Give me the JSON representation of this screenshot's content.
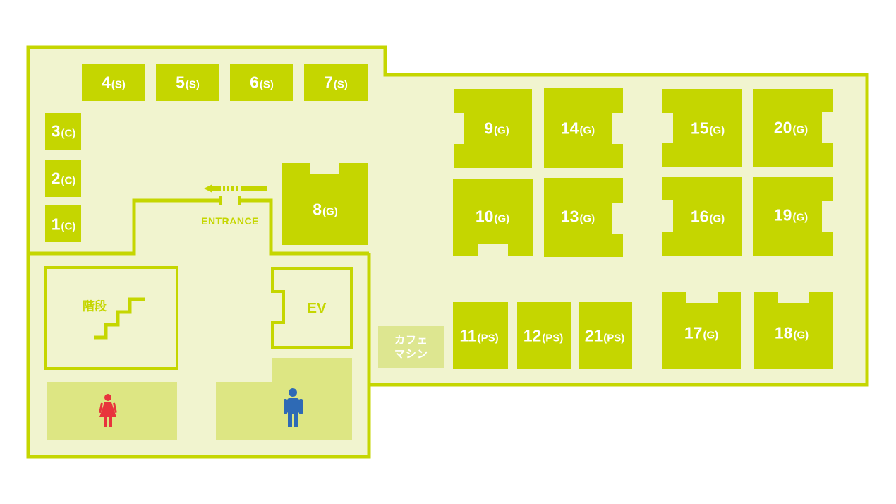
{
  "colors": {
    "accent": "#c5d600",
    "floor": "#f1f4cf",
    "restroom": "#dde683",
    "cafe_bg": "#dde690",
    "women_icon": "#e8343c",
    "men_icon": "#2e6ab5",
    "text_on_accent": "#ffffff"
  },
  "booths": [
    {
      "id": "booth-4",
      "number": "4",
      "type": "(S)"
    },
    {
      "id": "booth-5",
      "number": "5",
      "type": "(S)"
    },
    {
      "id": "booth-6",
      "number": "6",
      "type": "(S)"
    },
    {
      "id": "booth-7",
      "number": "7",
      "type": "(S)"
    },
    {
      "id": "booth-3",
      "number": "3",
      "type": "(C)"
    },
    {
      "id": "booth-2",
      "number": "2",
      "type": "(C)"
    },
    {
      "id": "booth-1",
      "number": "1",
      "type": "(C)"
    },
    {
      "id": "booth-8",
      "number": "8",
      "type": "(G)"
    },
    {
      "id": "booth-9",
      "number": "9",
      "type": "(G)"
    },
    {
      "id": "booth-14",
      "number": "14",
      "type": "(G)"
    },
    {
      "id": "booth-15",
      "number": "15",
      "type": "(G)"
    },
    {
      "id": "booth-20",
      "number": "20",
      "type": "(G)"
    },
    {
      "id": "booth-10",
      "number": "10",
      "type": "(G)"
    },
    {
      "id": "booth-13",
      "number": "13",
      "type": "(G)"
    },
    {
      "id": "booth-16",
      "number": "16",
      "type": "(G)"
    },
    {
      "id": "booth-19",
      "number": "19",
      "type": "(G)"
    },
    {
      "id": "booth-11",
      "number": "11",
      "type": "(PS)"
    },
    {
      "id": "booth-12",
      "number": "12",
      "type": "(PS)"
    },
    {
      "id": "booth-21",
      "number": "21",
      "type": "(PS)"
    },
    {
      "id": "booth-17",
      "number": "17",
      "type": "(G)"
    },
    {
      "id": "booth-18",
      "number": "18",
      "type": "(G)"
    }
  ],
  "labels": {
    "entrance": "ENTRANCE",
    "stairs": "階段",
    "elevator": "EV",
    "cafe_line1": "カフェ",
    "cafe_line2": "マシン"
  },
  "icons": {
    "women": "woman-restroom-icon",
    "men": "man-restroom-icon",
    "stairs": "stairs-icon",
    "arrow": "arrow-left-icon"
  }
}
